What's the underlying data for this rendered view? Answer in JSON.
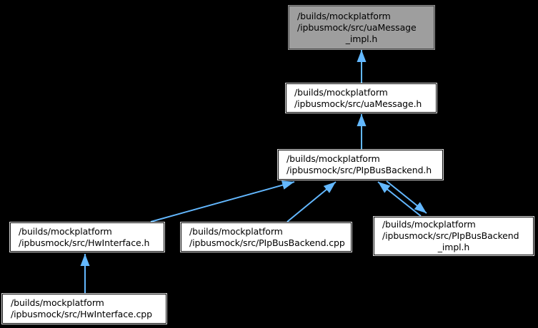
{
  "graph": {
    "type": "include-dependency-graph",
    "background_color": "#000000",
    "edge_color": "#63b8ff",
    "node_fill_color": "#ffffff",
    "highlight_fill_color": "#9e9e9e",
    "text_color": "#000000",
    "nodes": [
      {
        "id": "uaMessage_impl_h",
        "highlighted": true,
        "lines": [
          "/builds/mockplatform",
          "/ipbusmock/src/uaMessage",
          "_impl.h"
        ]
      },
      {
        "id": "uaMessage_h",
        "highlighted": false,
        "lines": [
          "/builds/mockplatform",
          "/ipbusmock/src/uaMessage.h"
        ]
      },
      {
        "id": "PIpBusBackend_h",
        "highlighted": false,
        "lines": [
          "/builds/mockplatform",
          "/ipbusmock/src/PIpBusBackend.h"
        ]
      },
      {
        "id": "HwInterface_h",
        "highlighted": false,
        "lines": [
          "/builds/mockplatform",
          "/ipbusmock/src/HwInterface.h"
        ]
      },
      {
        "id": "PIpBusBackend_cpp",
        "highlighted": false,
        "lines": [
          "/builds/mockplatform",
          "/ipbusmock/src/PIpBusBackend.cpp"
        ]
      },
      {
        "id": "PIpBusBackend_impl_h",
        "highlighted": false,
        "lines": [
          "/builds/mockplatform",
          "/ipbusmock/src/PIpBusBackend",
          "_impl.h"
        ]
      },
      {
        "id": "HwInterface_cpp",
        "highlighted": false,
        "lines": [
          "/builds/mockplatform",
          "/ipbusmock/src/HwInterface.cpp"
        ]
      }
    ],
    "edges": [
      {
        "from": "uaMessage_h",
        "to": "uaMessage_impl_h"
      },
      {
        "from": "PIpBusBackend_h",
        "to": "uaMessage_h"
      },
      {
        "from": "HwInterface_h",
        "to": "PIpBusBackend_h"
      },
      {
        "from": "PIpBusBackend_cpp",
        "to": "PIpBusBackend_h"
      },
      {
        "from": "PIpBusBackend_impl_h",
        "to": "PIpBusBackend_h"
      },
      {
        "from": "PIpBusBackend_h",
        "to": "PIpBusBackend_impl_h"
      },
      {
        "from": "HwInterface_cpp",
        "to": "HwInterface_h"
      }
    ]
  }
}
